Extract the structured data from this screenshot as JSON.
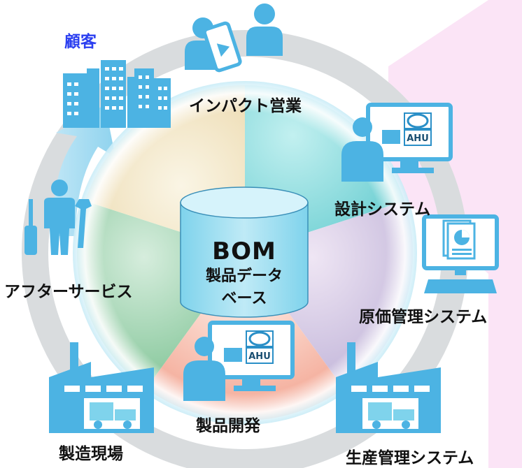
{
  "center": {
    "title": "BOM",
    "line2": "製品データ",
    "line3": "ベース"
  },
  "labels": {
    "customer": "顧客",
    "impact_sales": "インパクト営業",
    "design_system": "設計システム",
    "cost_system": "原価管理システム",
    "production_system": "生産管理システム",
    "product_dev": "製品開発",
    "factory": "製造現場",
    "after_service": "アフターサービス"
  },
  "monitor_text": "AHU",
  "colors": {
    "customer": "#2b3ff0",
    "icon": "#4cb3e3",
    "icon_dark": "#2a8fc7",
    "ring": "#d9dcde",
    "pink_panel": "#fbe4f6",
    "cylinder_top": "#c7eef8",
    "cylinder_body": "#9fdff2"
  }
}
